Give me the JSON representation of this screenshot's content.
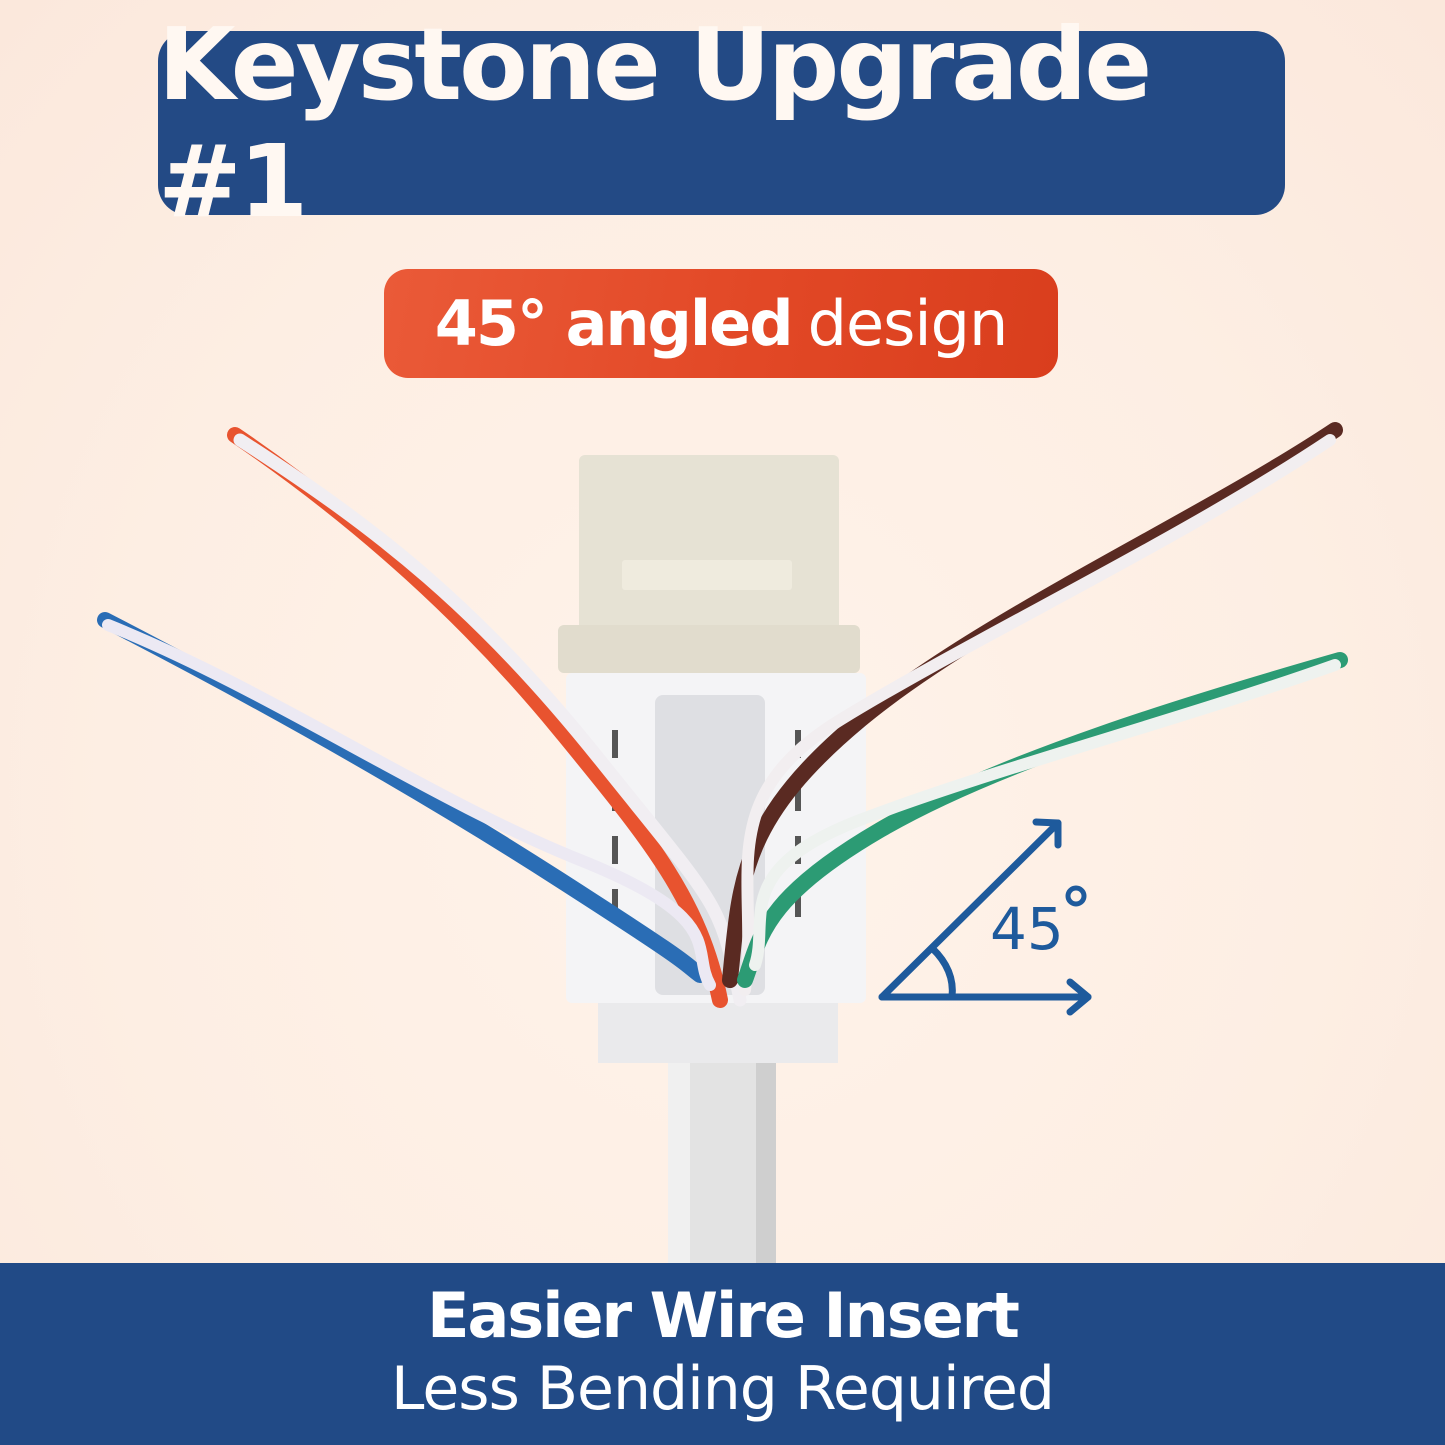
{
  "header": {
    "title": "Keystone Upgrade #1",
    "subtitle_bold": "45° angled design",
    "subtitle_light": "design",
    "subtitle_bold_part": "45° angled"
  },
  "illustration": {
    "subject": "keystone-jack-with-twisted-pair-wires",
    "wire_pairs": [
      "orange",
      "blue",
      "brown",
      "green"
    ],
    "angle_diagram": {
      "label": "45",
      "degree_symbol": "°"
    }
  },
  "footer": {
    "headline": "Easier Wire Insert",
    "tagline": "Less Bending Required"
  },
  "colors": {
    "title_banner": "#234a85",
    "subtitle_pill": "#e24826",
    "footer_band": "#214a86",
    "angle_diagram": "#1e5a9c",
    "background": "#fdeee3",
    "wire_orange": "#e8532f",
    "wire_blue": "#2a6db5",
    "wire_brown": "#5a2a22",
    "wire_green": "#2c9b74"
  }
}
